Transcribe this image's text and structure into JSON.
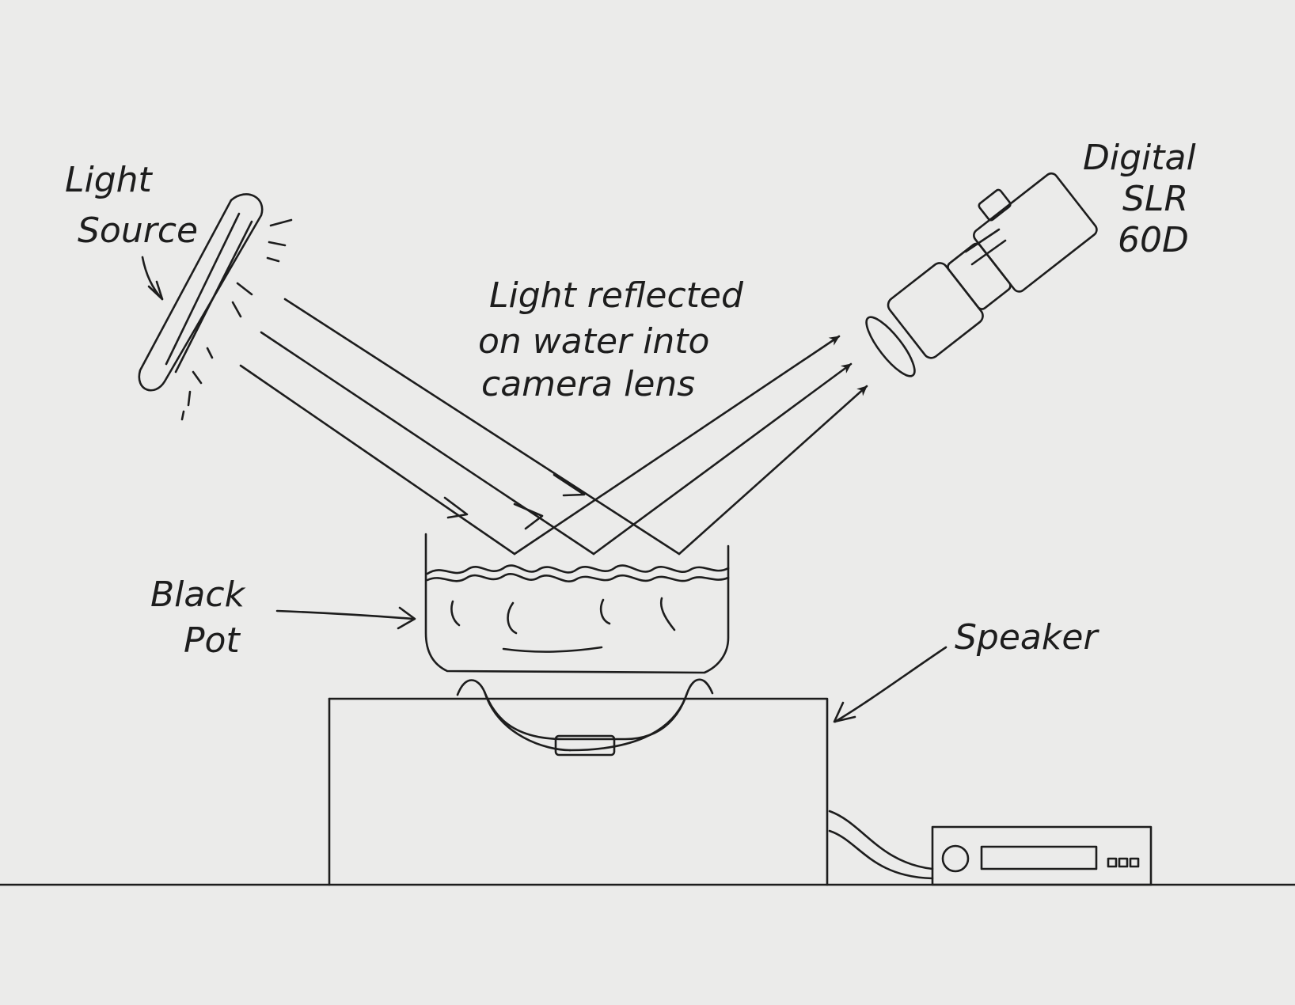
{
  "labels": {
    "light_source_line1": "Light",
    "light_source_line2": "Source",
    "camera_line1": "Digital",
    "camera_line2": "SLR",
    "camera_line3": "60D",
    "reflection_line1": "Light reflected",
    "reflection_line2": "on water into",
    "reflection_line3": "camera lens",
    "pot_line1": "Black",
    "pot_line2": "Pot",
    "speaker": "Speaker"
  },
  "colors": {
    "paper": "#ebebea",
    "ink": "#1d1d1d"
  },
  "icons": {
    "light_source": "fluorescent-tube-icon",
    "camera": "dslr-camera-icon",
    "amplifier": "amplifier-box-icon"
  }
}
